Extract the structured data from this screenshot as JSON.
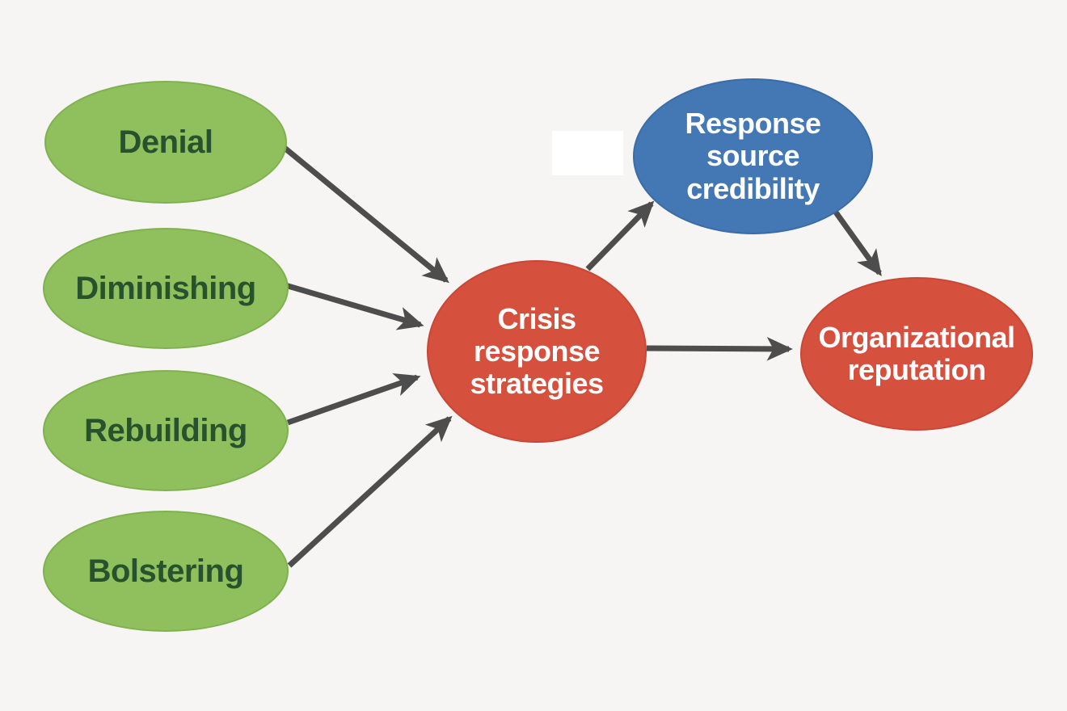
{
  "diagram": {
    "type": "flow-diagram",
    "topic": "Crisis response strategies and organizational reputation",
    "nodes": [
      {
        "id": "denial",
        "label": "Denial",
        "fill": "#8fc05d",
        "text_color": "#27522d",
        "role": "input-strategy"
      },
      {
        "id": "diminishing",
        "label": "Diminishing",
        "fill": "#8fc05d",
        "text_color": "#27522d",
        "role": "input-strategy"
      },
      {
        "id": "rebuilding",
        "label": "Rebuilding",
        "fill": "#8fc05d",
        "text_color": "#27522d",
        "role": "input-strategy"
      },
      {
        "id": "bolstering",
        "label": "Bolstering",
        "fill": "#8fc05d",
        "text_color": "#27522d",
        "role": "input-strategy"
      },
      {
        "id": "crisis",
        "label": "Crisis response strategies",
        "fill": "#d6503e",
        "text_color": "#ffffff",
        "role": "central-construct"
      },
      {
        "id": "credibility",
        "label": "Response source credibility",
        "fill": "#4478b5",
        "text_color": "#ffffff",
        "role": "mediator"
      },
      {
        "id": "reputation",
        "label": "Organizational reputation",
        "fill": "#d6503e",
        "text_color": "#ffffff",
        "role": "outcome"
      }
    ],
    "edges": [
      {
        "from": "Denial",
        "to": "Crisis response strategies"
      },
      {
        "from": "Diminishing",
        "to": "Crisis response strategies"
      },
      {
        "from": "Rebuilding",
        "to": "Crisis response strategies"
      },
      {
        "from": "Bolstering",
        "to": "Crisis response strategies"
      },
      {
        "from": "Crisis response strategies",
        "to": "Response source credibility"
      },
      {
        "from": "Crisis response strategies",
        "to": "Organizational reputation"
      },
      {
        "from": "Response source credibility",
        "to": "Organizational reputation"
      }
    ],
    "colors": {
      "background": "#f6f5f3",
      "arrow": "#4d4d4d",
      "green_node": "#8fc05d",
      "red_node": "#d6503e",
      "blue_node": "#4478b5",
      "green_text": "#27522d",
      "light_text": "#ffffff"
    }
  }
}
